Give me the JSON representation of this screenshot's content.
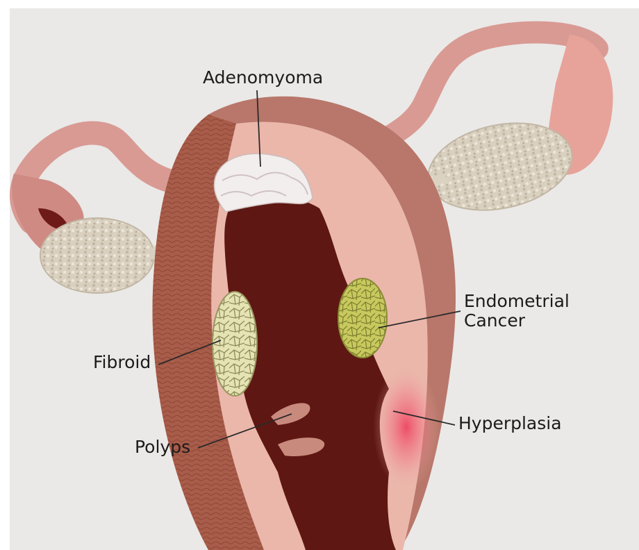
{
  "labels": {
    "adenomyoma": "Adenomyoma",
    "endometrial_cancer": [
      "Endometrial",
      "Cancer"
    ],
    "fibroid": "Fibroid",
    "hyperplasia": "Hyperplasia",
    "polyps": "Polyps"
  },
  "colors": {
    "background": "#eae9e7",
    "uterus_outer": "#b8776a",
    "myometrium": "#a85c4a",
    "endometrium": "#ebb7ab",
    "cavity": "#5e1712",
    "ovary": "#d9d0c0",
    "fibroid": "#e5e3b4",
    "cancer": "#c7c95e",
    "hyperplasia": "#ef3a5a",
    "leader_line": "#2a2a2a"
  }
}
